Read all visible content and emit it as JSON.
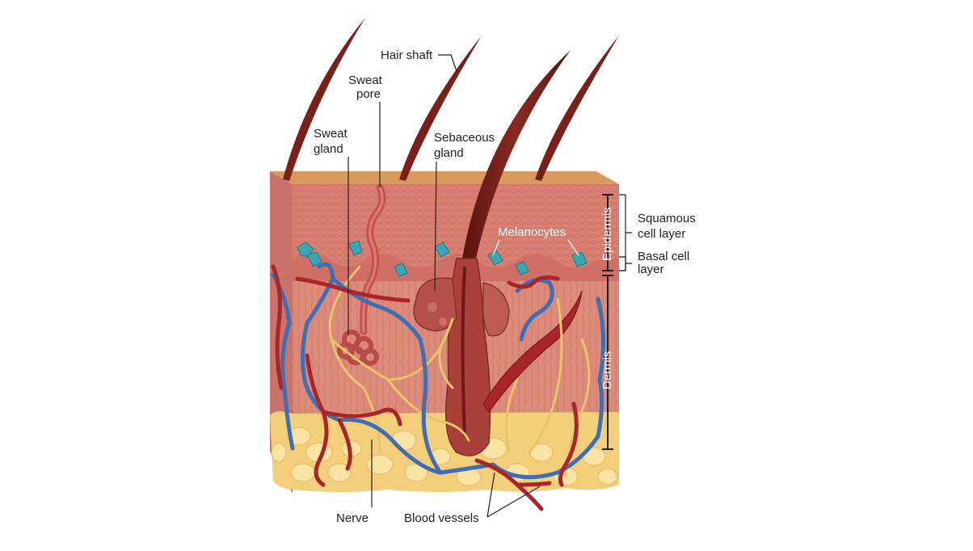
{
  "diagram": {
    "labels": {
      "hair_shaft": "Hair shaft",
      "sweat_pore_line1": "Sweat",
      "sweat_pore_line2": "pore",
      "sweat_gland_line1": "Sweat",
      "sweat_gland_line2": "gland",
      "sebaceous_gland_line1": "Sebaceous",
      "sebaceous_gland_line2": "gland",
      "melanocytes": "Melanocytes",
      "epidermis": "Epidermis",
      "dermis": "Dermis",
      "squamous_line1": "Squamous",
      "squamous_line2": "cell layer",
      "basal_line1": "Basal cell",
      "basal_line2": "layer",
      "nerve": "Nerve",
      "blood_vessels": "Blood vessels"
    },
    "colors": {
      "skin_surface": "#d99a5e",
      "epidermis": "#d98073",
      "dermis": "#dc8a7a",
      "fat": "#f7d98d",
      "hair": "#7a1f1a",
      "artery": "#a8262a",
      "vein": "#3d6fb5",
      "nerve": "#e8c56a",
      "melanocyte": "#3aa6b5"
    }
  }
}
